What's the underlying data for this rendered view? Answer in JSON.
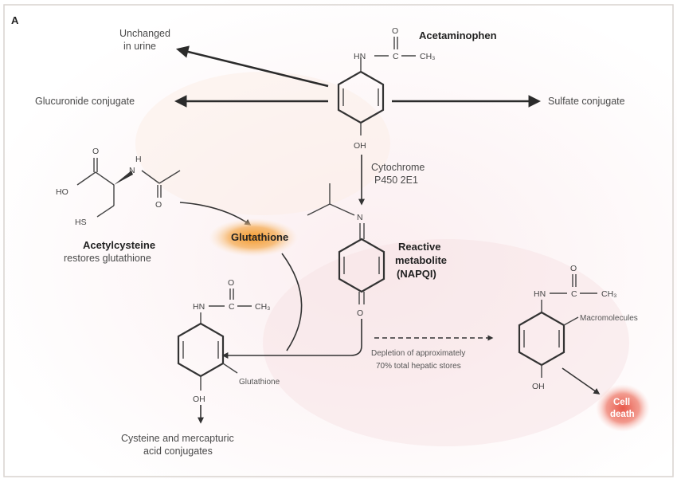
{
  "figure": {
    "panel_label": "A",
    "colors": {
      "frame": "#d9d3cf",
      "arrow": "#2b2b2b",
      "glow_orange": "#f4a340",
      "glow_red": "#e8584a"
    }
  },
  "labels": {
    "acetaminophen": "Acetaminophen",
    "unchanged_line1": "Unchanged",
    "unchanged_line2": "in urine",
    "glucuronide": "Glucuronide conjugate",
    "sulfate": "Sulfate conjugate",
    "cytochrome_line1": "Cytochrome",
    "cytochrome_line2": "P450 2E1",
    "acetylcysteine": "Acetylcysteine",
    "acetylcysteine_sub": "restores glutathione",
    "glutathione_node": "Glutathione",
    "reactive_line1": "Reactive",
    "reactive_line2": "metabolite",
    "reactive_line3": "(NAPQI)",
    "glutathione_sub": "Glutathione",
    "depletion_line1": "Depletion of approximately",
    "depletion_line2": "70% total hepatic stores",
    "macromolecules": "Macromolecules",
    "cell_line1": "Cell",
    "cell_line2": "death",
    "cysteine_line1": "Cysteine and mercapturic",
    "cysteine_line2": "acid conjugates"
  },
  "atoms": {
    "o": "O",
    "hn": "HN",
    "c": "C",
    "ch3": "CH₃",
    "oh": "OH",
    "n": "N",
    "ho": "HO",
    "h": "H",
    "hs": "HS",
    "bond_dash": "—"
  }
}
